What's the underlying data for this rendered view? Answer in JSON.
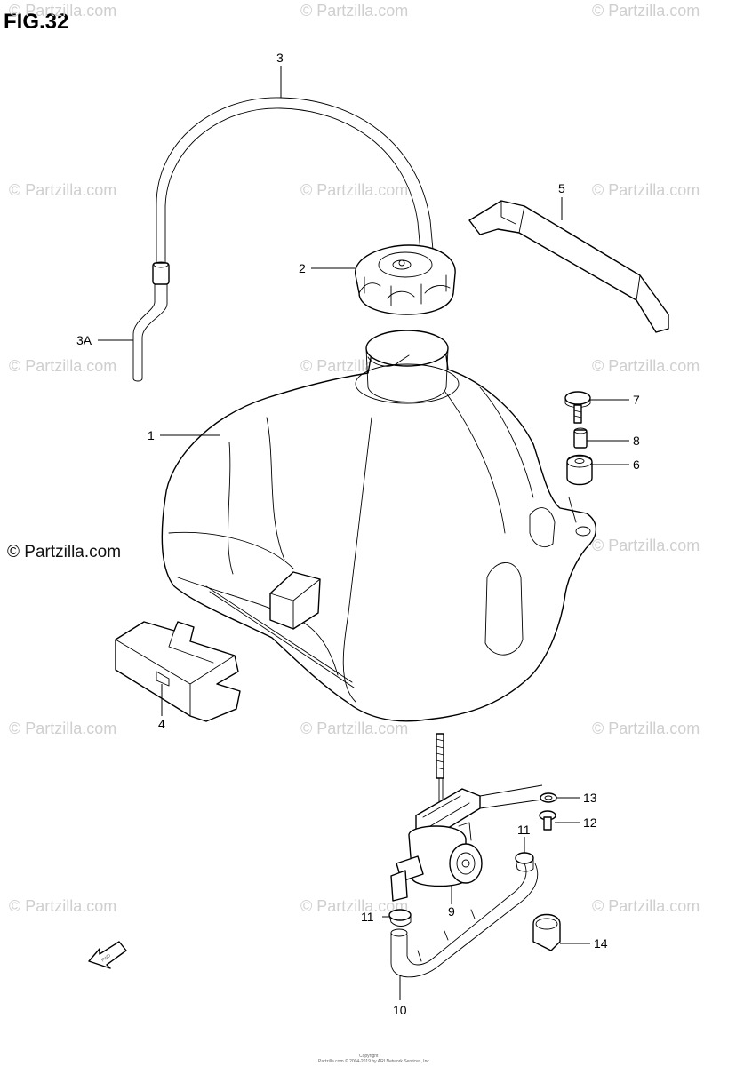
{
  "figure": {
    "title": "FIG.32",
    "watermark_text": "© Partzilla.com",
    "copyright_small": "Copyright",
    "copyright_line": "Partzilla.com © 2004-2019 by ARI Network Services, Inc."
  },
  "parts": {
    "p1": "1",
    "p2": "2",
    "p3": "3",
    "p3a": "3A",
    "p4": "4",
    "p5": "5",
    "p6": "6",
    "p7": "7",
    "p8": "8",
    "p9": "9",
    "p10": "10",
    "p11a": "11",
    "p11b": "11",
    "p12": "12",
    "p13": "13",
    "p14": "14"
  },
  "fwd_label": "FWD"
}
